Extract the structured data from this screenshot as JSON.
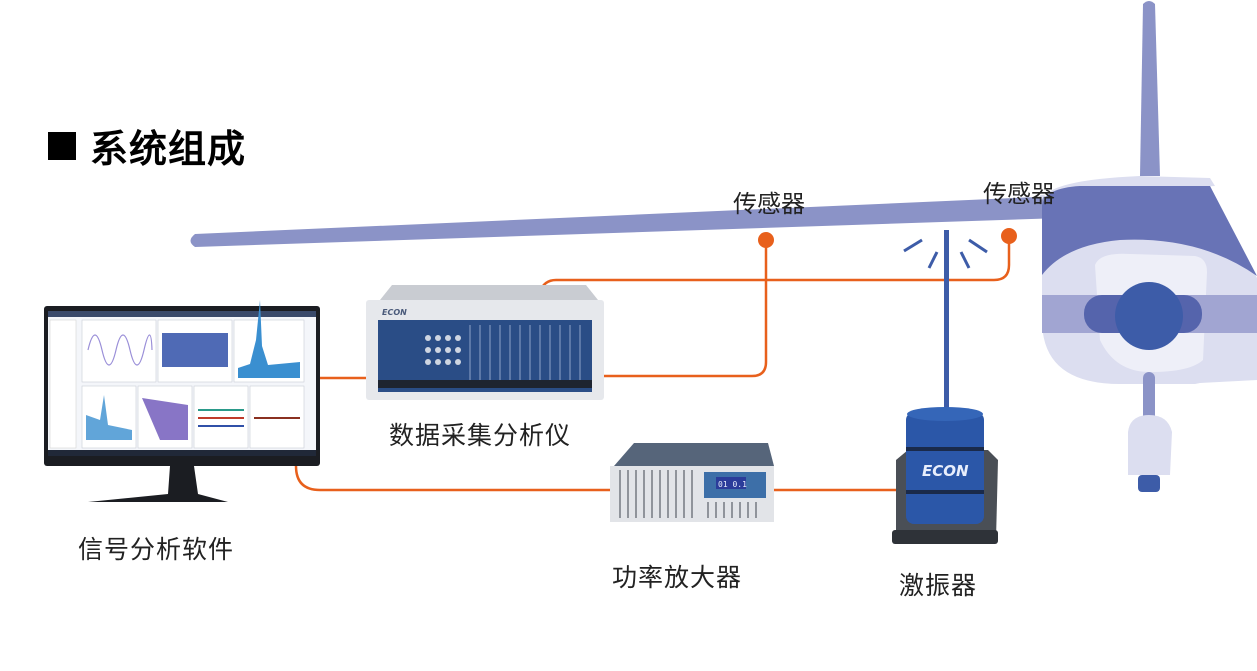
{
  "title": {
    "marker_icon": "black-square",
    "text": "系统组成"
  },
  "components": {
    "software": {
      "label": "信号分析软件"
    },
    "daq": {
      "label": "数据采集分析仪",
      "brand": "ECON"
    },
    "amplifier": {
      "label": "功率放大器",
      "display": "01 0.1"
    },
    "shaker": {
      "label": "激振器",
      "brand": "ECON"
    },
    "sensor_1": {
      "label": "传感器"
    },
    "sensor_2": {
      "label": "传感器"
    }
  },
  "colors": {
    "cable": "#e8601c",
    "wing": "#8b93c7",
    "fuselage_dark": "#6873b6",
    "fuselage_light": "#dcdef0",
    "hub": "#3d5ca8",
    "shaker_blue": "#2b57a8"
  }
}
